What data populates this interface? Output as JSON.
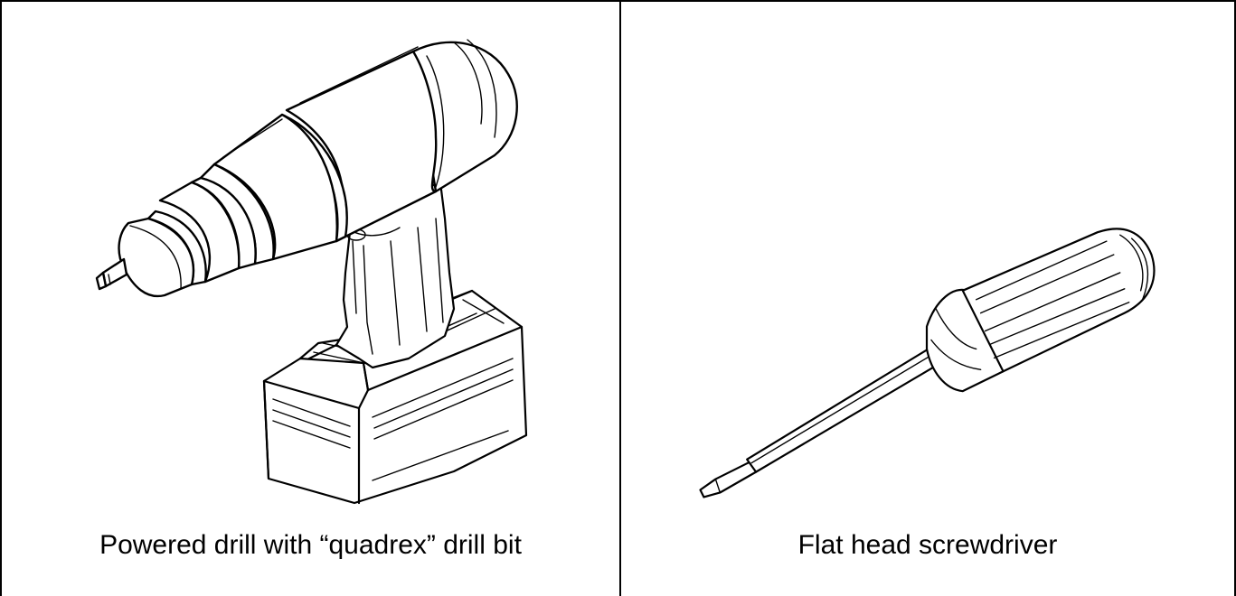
{
  "cells": [
    {
      "image": "powered-drill-illustration",
      "caption": "Powered drill with “quadrex” drill bit"
    },
    {
      "image": "flat-head-screwdriver-illustration",
      "caption": "Flat head screwdriver"
    }
  ]
}
